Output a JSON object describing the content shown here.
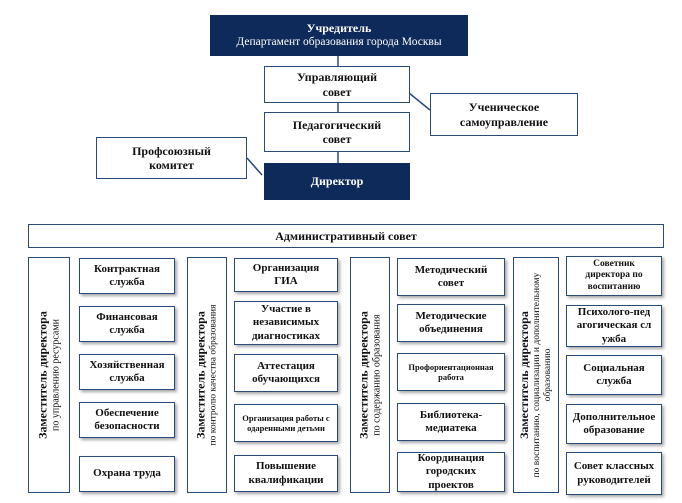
{
  "founder": {
    "title": "Учредитель",
    "subtitle": "Департамент образования города Москвы"
  },
  "governing_council": "Управляющий совет",
  "pedagogical_council": "Педагогический совет",
  "student_self_government": "Ученическое самоуправление",
  "trade_union": "Профсоюзный комитет",
  "director": "Директор",
  "admin_council": "Административный совет",
  "deputies": [
    {
      "title": "Заместитель директора",
      "subtitle": "по управлению ресурсами",
      "units": [
        "Контрактная служба",
        "Финансовая служба",
        "Хозяйственная служба",
        "Обеспечение безопасности",
        "Охрана труда"
      ]
    },
    {
      "title": "Заместитель директора",
      "subtitle": "по контролю качества образования",
      "units": [
        "Организация ГИА",
        "Участие в независимых диагностиках",
        "Аттестация обучающихся",
        "Организация работы с одаренными детьми",
        "Повышение квалификации"
      ]
    },
    {
      "title": "Заместитель директора",
      "subtitle": "по содержанию образования",
      "units": [
        "Методический совет",
        "Методические объединения",
        "Профориентационная работа",
        "Библиотека-медиатека",
        "Координация городских проектов"
      ]
    },
    {
      "title": "Заместитель директора",
      "subtitle": "по воспитанию, социализации и дополнительному образованию",
      "units": [
        "Советник директора по воспитанию",
        "Психолого-педагогическая служба",
        "Социальная служба",
        "Дополнительное образование",
        "Совет классных руководителей"
      ]
    }
  ]
}
